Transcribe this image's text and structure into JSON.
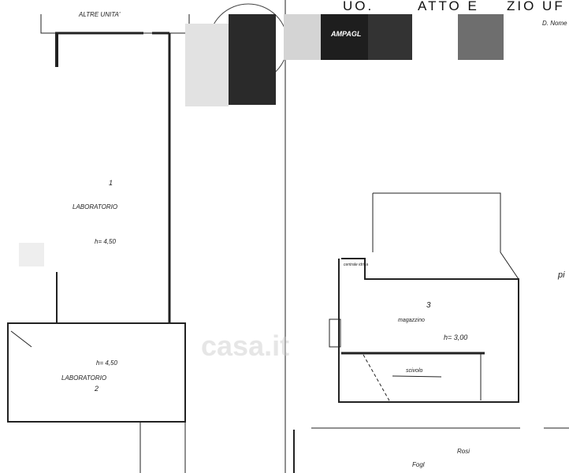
{
  "header": {
    "title_fragment_1": "UO.",
    "title_fragment_2": "ATTO E",
    "title_fragment_3": "ZIO UF",
    "stamp_label": "AMPAGL",
    "note": "D. Nome"
  },
  "rooms": [
    {
      "number": "1",
      "name": "LABORATORIO",
      "height": "h= 4,50"
    },
    {
      "number": "2",
      "name": "LABORATORIO",
      "height": "h= 4,50"
    },
    {
      "number": "3",
      "name": "magazzino",
      "height": "h= 3,00"
    }
  ],
  "labels": {
    "other_units": "ALTRE UNITA'",
    "ramp": "scivolo",
    "small_room": "centrale idrica",
    "footer_1": "Fogl",
    "footer_2": "Rosi",
    "side": "pi"
  },
  "watermark": "casa.it"
}
